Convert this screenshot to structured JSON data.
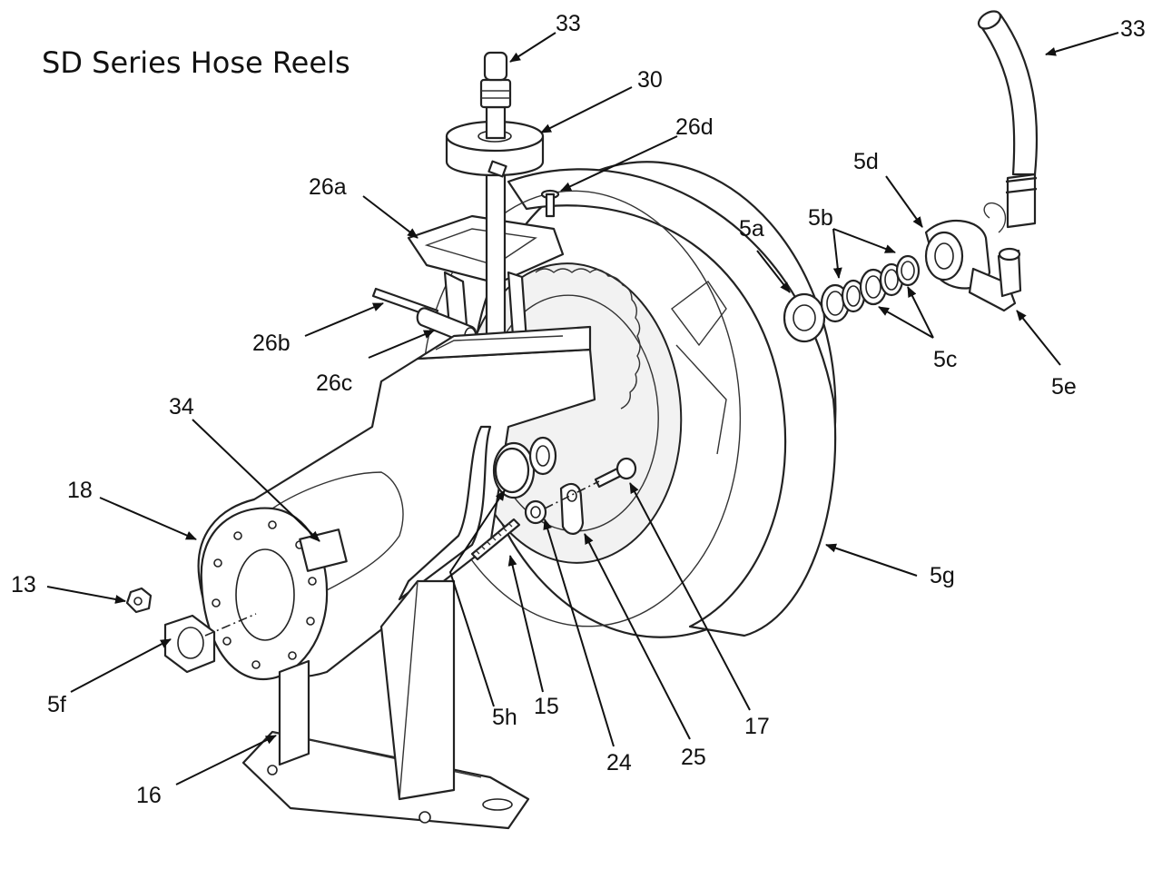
{
  "title": "SD Series Hose Reels",
  "callouts": [
    {
      "id": "33-swivel",
      "label": "33"
    },
    {
      "id": "30",
      "label": "30"
    },
    {
      "id": "26d",
      "label": "26d"
    },
    {
      "id": "26a",
      "label": "26a"
    },
    {
      "id": "33-hose",
      "label": "33"
    },
    {
      "id": "5d",
      "label": "5d"
    },
    {
      "id": "5a",
      "label": "5a"
    },
    {
      "id": "5b",
      "label": "5b"
    },
    {
      "id": "5c",
      "label": "5c"
    },
    {
      "id": "5e",
      "label": "5e"
    },
    {
      "id": "26b",
      "label": "26b"
    },
    {
      "id": "26c",
      "label": "26c"
    },
    {
      "id": "34",
      "label": "34"
    },
    {
      "id": "18",
      "label": "18"
    },
    {
      "id": "13",
      "label": "13"
    },
    {
      "id": "5f",
      "label": "5f"
    },
    {
      "id": "16",
      "label": "16"
    },
    {
      "id": "5h",
      "label": "5h"
    },
    {
      "id": "15",
      "label": "15"
    },
    {
      "id": "24",
      "label": "24"
    },
    {
      "id": "25",
      "label": "25"
    },
    {
      "id": "17",
      "label": "17"
    },
    {
      "id": "5g",
      "label": "5g"
    }
  ]
}
